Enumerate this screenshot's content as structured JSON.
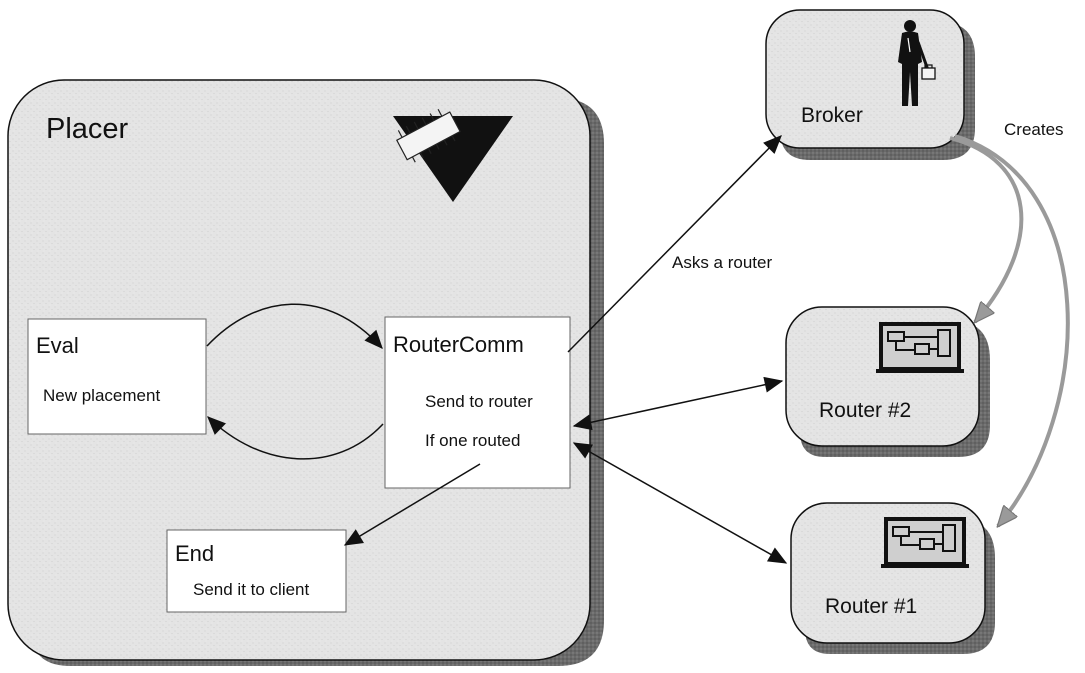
{
  "placer": {
    "title": "Placer"
  },
  "eval": {
    "title": "Eval",
    "line1": "New placement"
  },
  "routercomm": {
    "title": "RouterComm",
    "line1": "Send to router",
    "line2": "If one routed"
  },
  "end": {
    "title": "End",
    "line1": "Send it to client"
  },
  "broker": {
    "label": "Broker"
  },
  "router2": {
    "label": "Router #2"
  },
  "router1": {
    "label": "Router #1"
  },
  "edges": {
    "asks": "Asks a router",
    "creates": "Creates"
  },
  "icons": {
    "placer": "chip-triangle-icon",
    "broker": "businessman-icon",
    "router": "circuit-board-icon"
  },
  "colors": {
    "panel": "#e6e6e6",
    "shadow": "#6e6e6e",
    "stroke": "#111111",
    "arrow_gray": "#9a9a9a"
  }
}
